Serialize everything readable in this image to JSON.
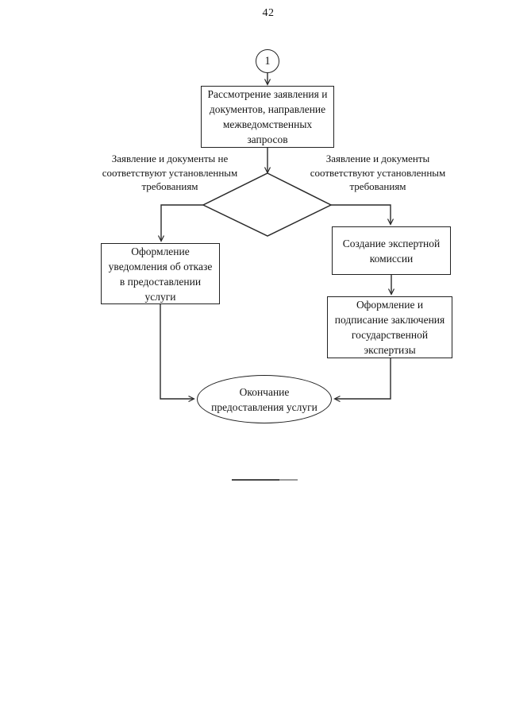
{
  "page": {
    "number": "42"
  },
  "colors": {
    "ink": "#151515",
    "line": "#2f2f2f",
    "background": "#ffffff"
  },
  "flowchart": {
    "off_page_connector": {
      "label": "1"
    },
    "review_box": {
      "lines": [
        "Рассмотрение заявления и",
        "документов, направление",
        "межведомственных",
        "запросов"
      ]
    },
    "decision": {
      "no_branch_label": {
        "lines": [
          "Заявление и документы не",
          "соответствуют установленным",
          "требованиям"
        ]
      },
      "yes_branch_label": {
        "lines": [
          "Заявление и документы",
          "соответствуют установленным",
          "требованиям"
        ]
      }
    },
    "refusal_box": {
      "lines": [
        "Оформление",
        "уведомления об отказе",
        "в предоставлении",
        "услуги"
      ]
    },
    "commission_box": {
      "lines": [
        "Создание экспертной",
        "комиссии"
      ]
    },
    "conclusion_box": {
      "lines": [
        "Оформление и",
        "подписание заключения",
        "государственной",
        "экспертизы"
      ]
    },
    "end_terminator": {
      "lines": [
        "Окончание",
        "предоставления услуги"
      ]
    }
  }
}
